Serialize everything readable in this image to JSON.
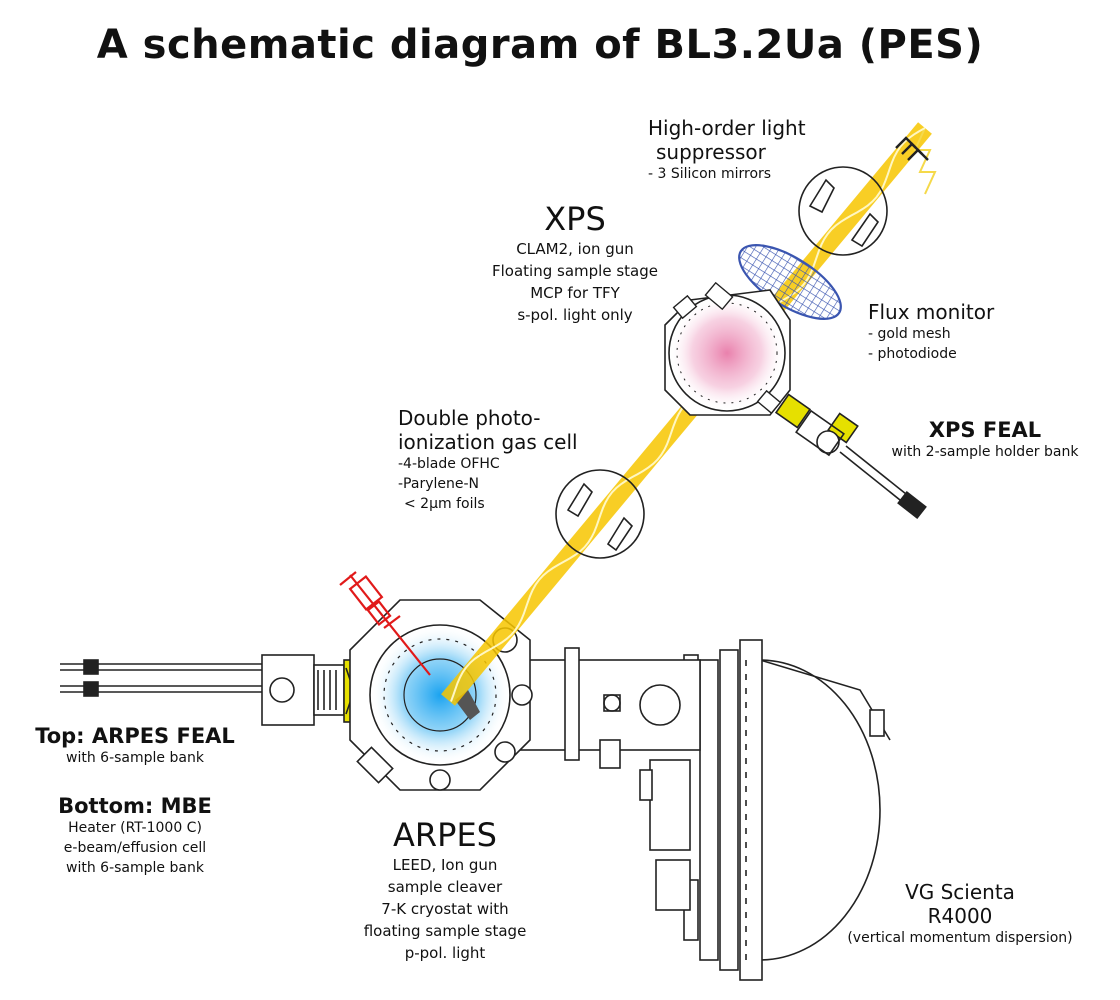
{
  "title": "A schematic diagram of BL3.2Ua (PES)",
  "suppressor": {
    "title_l1": "High-order light",
    "title_l2": "suppressor",
    "detail": "- 3 Silicon mirrors"
  },
  "xps": {
    "title": "XPS",
    "lines": [
      "CLAM2, ion gun",
      "Floating sample stage",
      "MCP for TFY",
      "s-pol. light only"
    ]
  },
  "flux": {
    "title": "Flux monitor",
    "lines": [
      "- gold mesh",
      "- photodiode"
    ]
  },
  "gascell": {
    "title_l1": "Double photo-",
    "title_l2": "ionization gas cell",
    "lines": [
      "-4-blade OFHC",
      "-Parylene-N",
      "< 2µm foils"
    ]
  },
  "xps_feal": {
    "title": "XPS FEAL",
    "detail": "with 2-sample holder bank"
  },
  "top": {
    "title": "Top: ARPES FEAL",
    "detail": "with 6-sample bank"
  },
  "bottom": {
    "title": "Bottom: MBE",
    "lines": [
      "Heater (RT-1000 C)",
      "e-beam/effusion cell",
      "with 6-sample bank"
    ]
  },
  "arpes": {
    "title": "ARPES",
    "lines": [
      "LEED, Ion gun",
      "sample cleaver",
      "7-K cryostat with",
      "floating sample stage",
      "p-pol. light"
    ]
  },
  "scienta": {
    "l1": "VG Scienta",
    "l2": "R4000",
    "detail": "(vertical momentum dispersion)"
  },
  "colors": {
    "beam": "#f7c600",
    "mesh": "#3a55b0",
    "xps_glow": "#e87aa8",
    "arpes_glow": "#4fb6f0",
    "valve": "#e6e000",
    "manipulator": "#e11a1a"
  }
}
